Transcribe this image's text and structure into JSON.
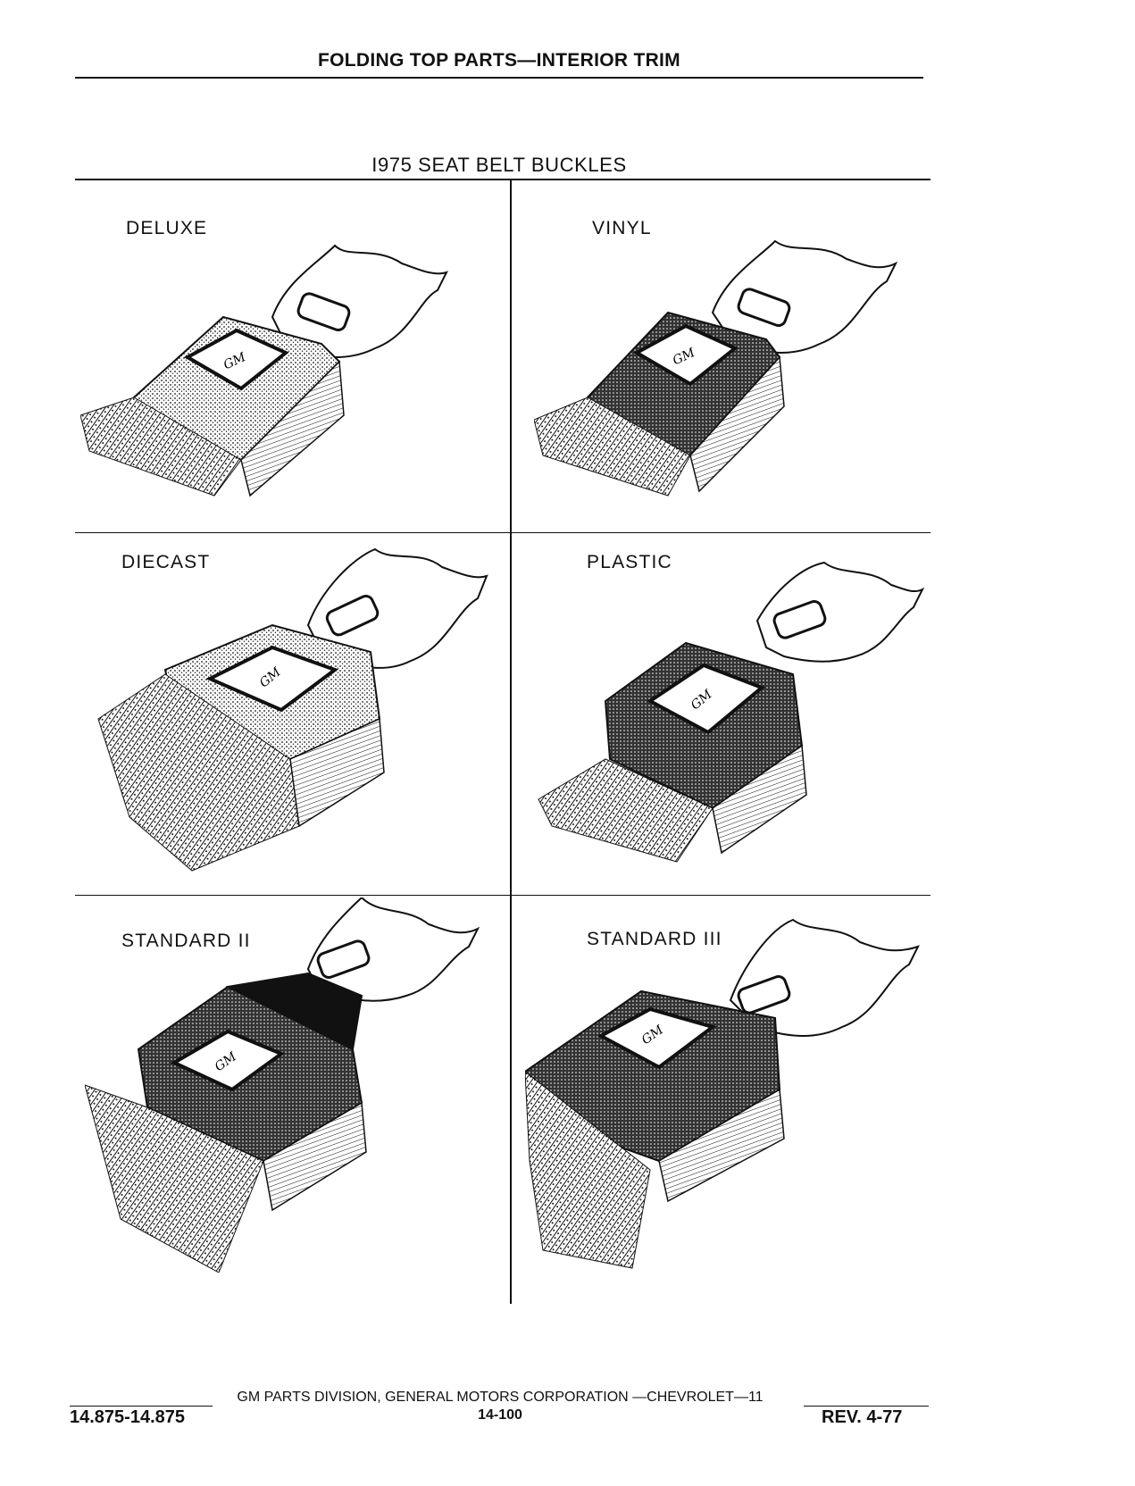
{
  "header": {
    "title": "FOLDING TOP PARTS—INTERIOR TRIM"
  },
  "section": {
    "title": "I975 SEAT BELT BUCKLES"
  },
  "buckles": [
    {
      "label": "DELUXE",
      "emblem": "GM"
    },
    {
      "label": "VINYL",
      "emblem": "GM"
    },
    {
      "label": "DIECAST",
      "emblem": "GM"
    },
    {
      "label": "PLASTIC",
      "emblem": "GM"
    },
    {
      "label": "STANDARD II",
      "emblem": "GM"
    },
    {
      "label": "STANDARD III",
      "emblem": "GM"
    }
  ],
  "footer": {
    "code": "14.875-14.875",
    "division": "GM PARTS DIVISION, GENERAL MOTORS CORPORATION —CHEVROLET—11",
    "page": "14-100",
    "revision": "REV. 4-77"
  },
  "colors": {
    "ink": "#111111",
    "paper": "#ffffff"
  }
}
